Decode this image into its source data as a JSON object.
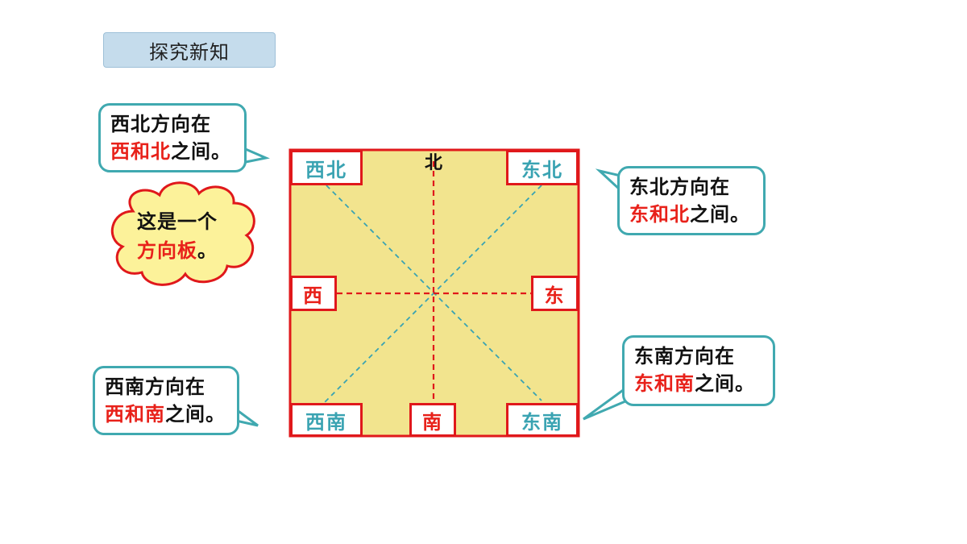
{
  "header": {
    "title": "探究新知"
  },
  "board": {
    "north": "北",
    "corners": {
      "nw": "西北",
      "ne": "东北",
      "sw": "西南",
      "se": "东南"
    },
    "west": "西",
    "east": "东",
    "south": "南"
  },
  "callouts": {
    "nw": {
      "line1": "西北方向在",
      "red": "西和北",
      "rest": "之间。"
    },
    "ne": {
      "line1": "东北方向在",
      "red": "东和北",
      "rest": "之间。"
    },
    "sw": {
      "line1": "西南方向在",
      "red": "西和南",
      "rest": "之间。"
    },
    "se": {
      "line1": "东南方向在",
      "red": "东和南",
      "rest": "之间。"
    }
  },
  "cloud": {
    "line1": "这是一个",
    "line2": "方向板",
    "punct": "。"
  },
  "colors": {
    "board_fill": "#f2e48e",
    "board_border": "#e0181b",
    "accent_red": "#e8211a",
    "teal": "#3aa3b2",
    "cloud_fill": "#fcf29a",
    "header_bg": "#c5dcec"
  }
}
